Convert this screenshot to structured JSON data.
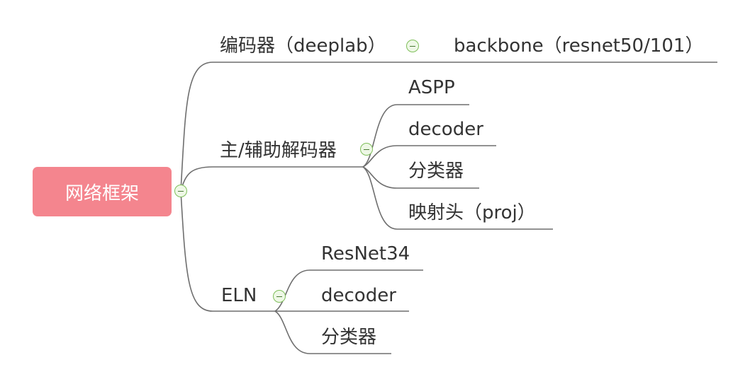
{
  "root": {
    "label": "网络框架",
    "color": "#f4858e"
  },
  "branches": {
    "encoder": {
      "label": "编码器（deeplab）",
      "children": [
        "backbone（resnet50/101）"
      ]
    },
    "decoder_group": {
      "label": "主/辅助解码器",
      "children": [
        "ASPP",
        "decoder",
        "分类器",
        "映射头（proj）"
      ]
    },
    "eln": {
      "label": "ELN",
      "children": [
        "ResNet34",
        "decoder",
        "分类器"
      ]
    }
  },
  "colors": {
    "line": "#6e6e6e",
    "text": "#333333",
    "toggle_border": "#7fbf5a",
    "toggle_fill": "#eef8e6"
  },
  "icons": {
    "collapse": "minus-circle-icon"
  }
}
